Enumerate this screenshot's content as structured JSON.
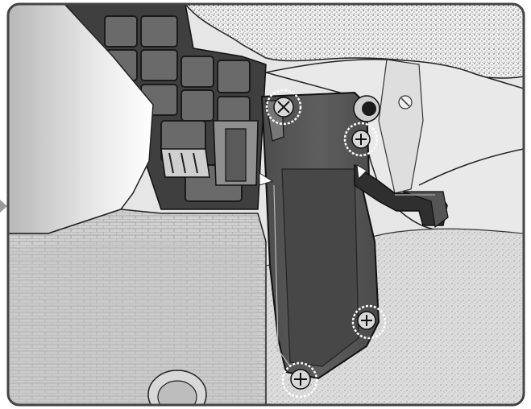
{
  "illustration": {
    "kind": "service-manual-line-art",
    "palette": {
      "frame": "#333333",
      "panel_dark": "#555555",
      "panel_mid": "#8a8a8a",
      "panel_light": "#c8c8c8",
      "background_light": "#e9e9e9",
      "screw_highlight": "#ffffff",
      "outline": "#1a1a1a"
    },
    "callouts": {
      "screw_count": 5,
      "marker_style": "dotted-circle"
    },
    "icons": [
      "screw-icon",
      "dotted-circle-marker",
      "arrow-indicator-icon"
    ]
  }
}
